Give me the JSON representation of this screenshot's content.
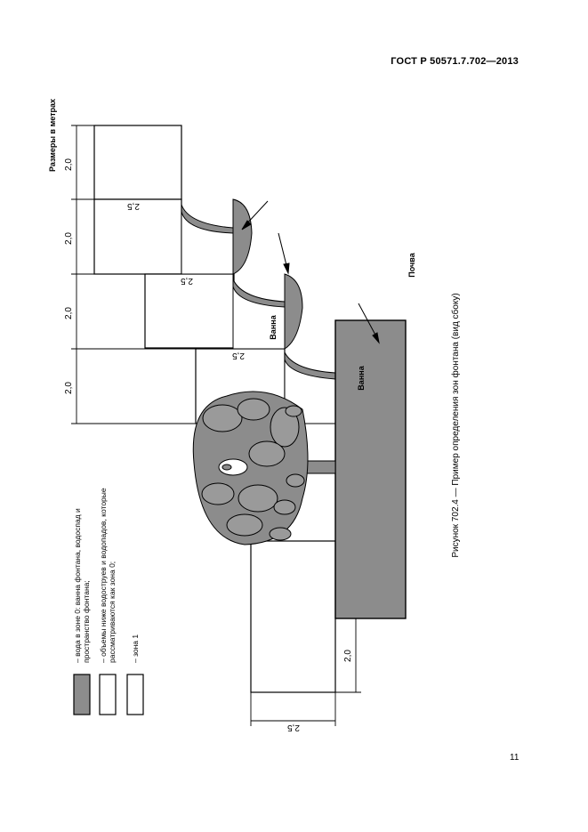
{
  "header": {
    "standard": "ГОСТ Р 50571.7.702—2013"
  },
  "page_number": "11",
  "figure": {
    "caption": "Рисунок 702.4 — Пример определения зон фонтана (вид сбоку)",
    "units_note": "Размеры в метрах",
    "label_bath_1": "Ванна",
    "label_bath_2": "Ванна",
    "label_soil": "Почва",
    "dims": {
      "h1": "2,0",
      "h2": "2,0",
      "h3": "2,0",
      "h4": "2,0",
      "h5": "2,0",
      "w1": "2,5",
      "w2": "2,5",
      "w3": "2,5",
      "w4": "2,5"
    },
    "legend": {
      "gray": "– вода в зоне 0: ванна фонтана, водоспад и пространство фонтана;",
      "white_mid": "– объемы ниже водоструев и водопадов, которые рассматриваются как зона 0;",
      "white": "– зона 1"
    }
  },
  "colors": {
    "zone0_fill": "#8c8c8c",
    "line": "#000000",
    "paper": "#ffffff"
  }
}
